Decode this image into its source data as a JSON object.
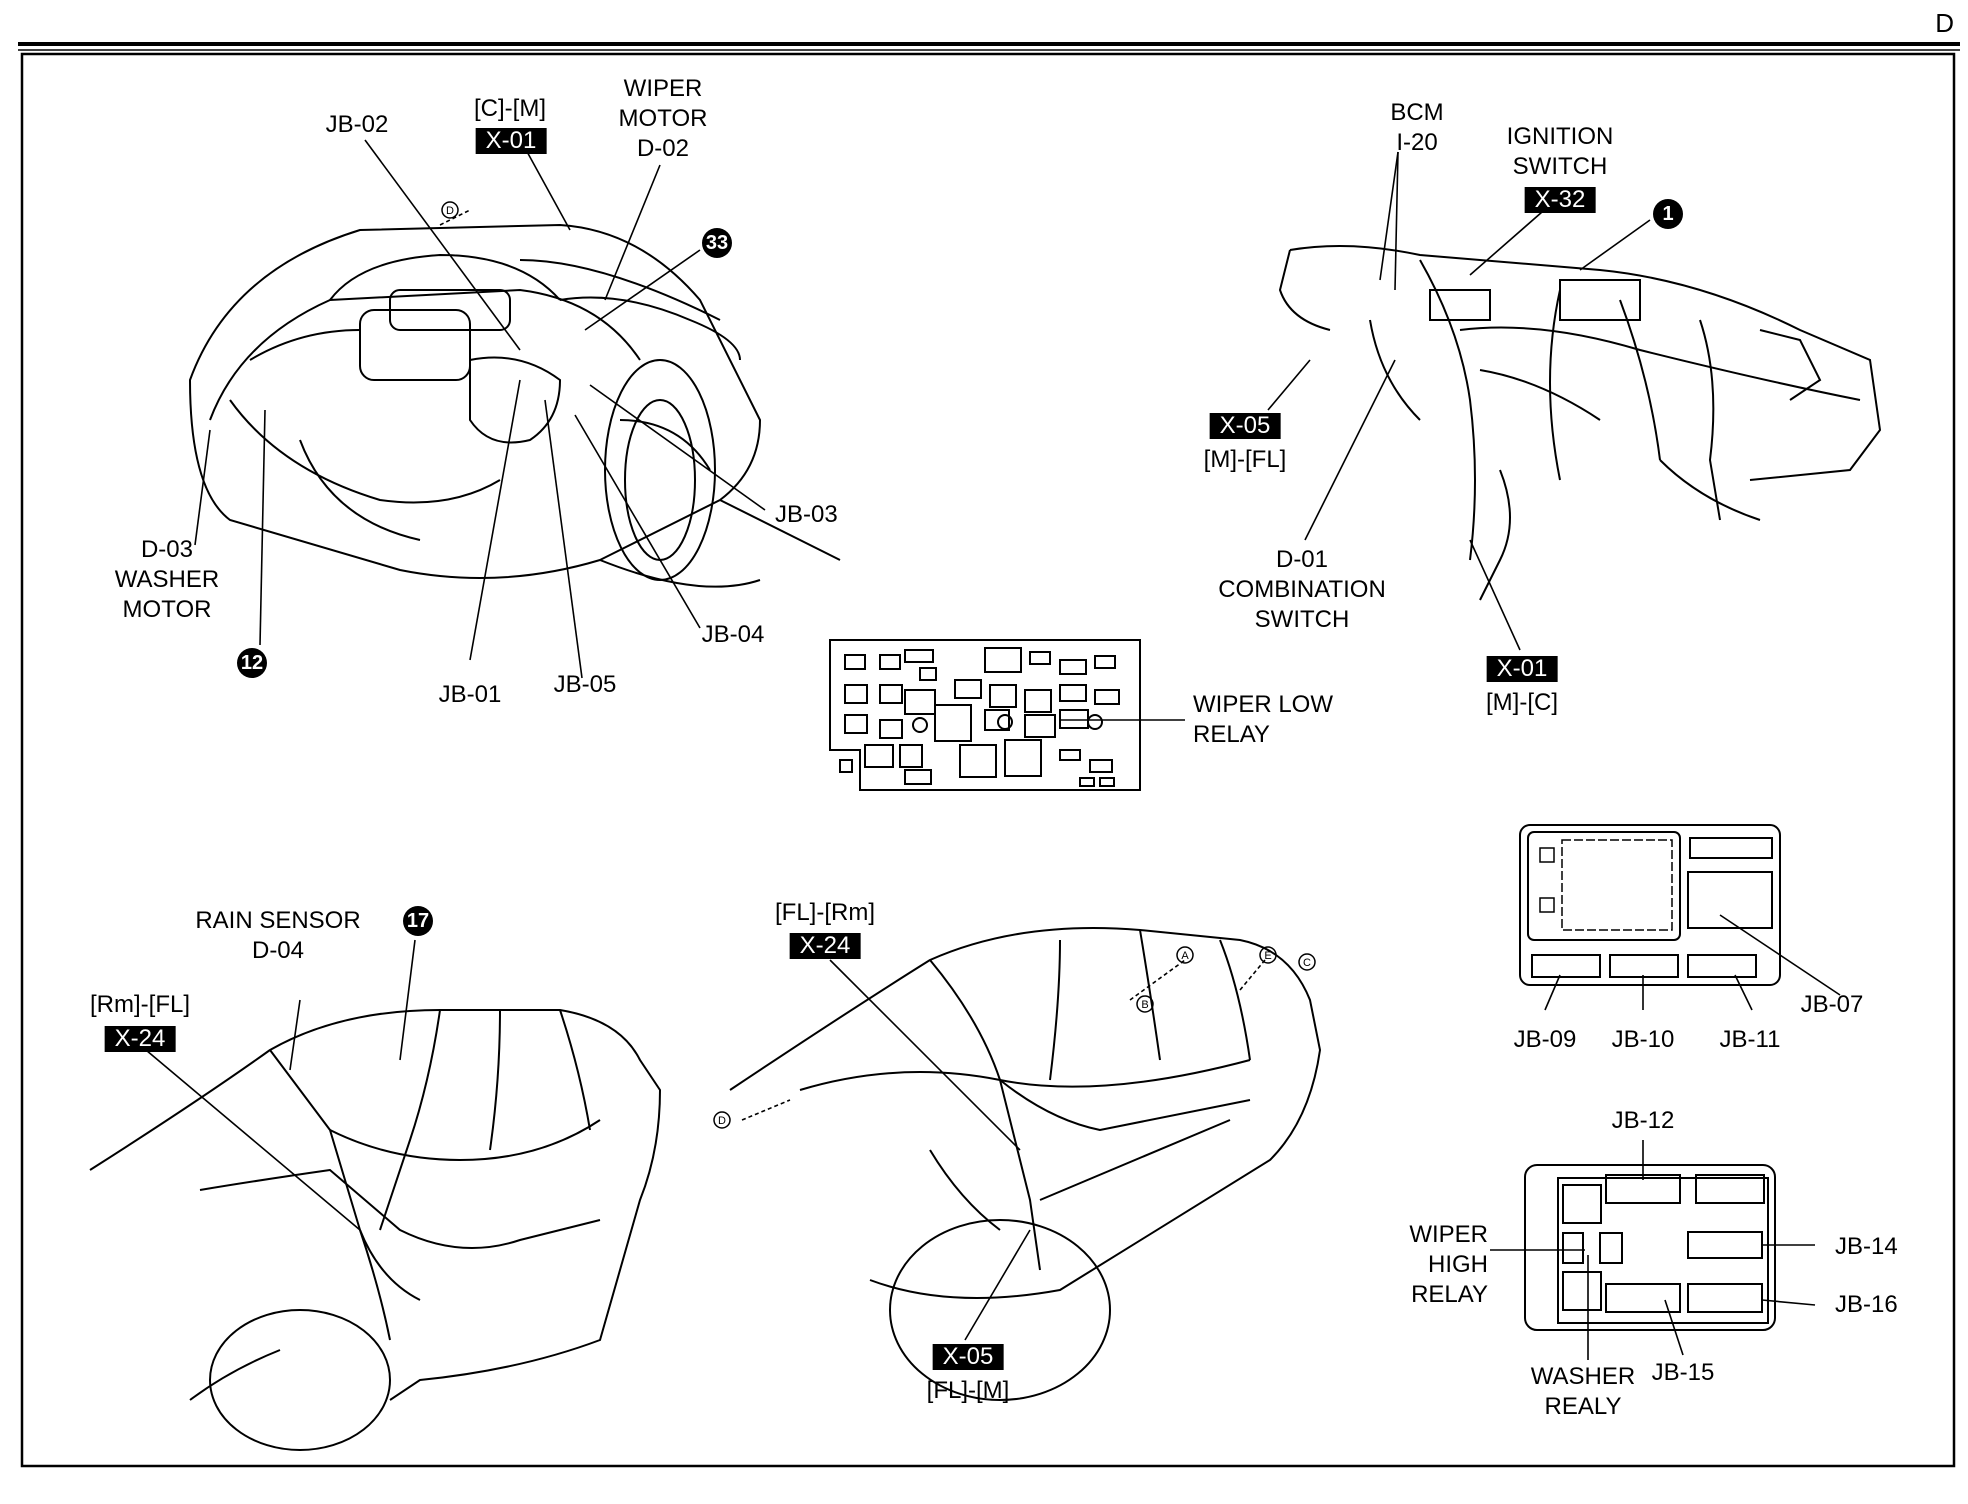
{
  "page": {
    "letter": "D"
  },
  "labels": {
    "jb02": "JB-02",
    "c_m": "[C]-[M]",
    "x01_top": "X-01",
    "wiper_motor": [
      "WIPER",
      "MOTOR",
      "D-02"
    ],
    "jb03": "JB-03",
    "jb04": "JB-04",
    "jb05": "JB-05",
    "jb01": "JB-01",
    "washer_motor": [
      "D-03",
      "WASHER",
      "MOTOR"
    ],
    "bcm": [
      "BCM",
      "I-20"
    ],
    "ignition_switch": [
      "IGNITION",
      "SWITCH"
    ],
    "x32": "X-32",
    "x05_top": "X-05",
    "m_fl": "[M]-[FL]",
    "combination_switch": [
      "D-01",
      "COMBINATION",
      "SWITCH"
    ],
    "x01_right": "X-01",
    "m_c": "[M]-[C]",
    "wiper_low_relay": [
      "WIPER LOW",
      "RELAY"
    ],
    "rain_sensor": [
      "RAIN SENSOR",
      "D-04"
    ],
    "rm_fl": "[Rm]-[FL]",
    "x24_left": "X-24",
    "fl_rm": "[FL]-[Rm]",
    "x24_mid": "X-24",
    "x05_bottom": "X-05",
    "fl_m": "[FL]-[M]",
    "jb07": "JB-07",
    "jb09": "JB-09",
    "jb10": "JB-10",
    "jb11": "JB-11",
    "jb12": "JB-12",
    "jb14": "JB-14",
    "jb16": "JB-16",
    "jb15": "JB-15",
    "wiper_high_relay": [
      "WIPER",
      "HIGH",
      "RELAY"
    ],
    "washer_realy": [
      "WASHER",
      "REALY"
    ]
  },
  "markers": {
    "m33": "33",
    "m12": "12",
    "m1": "1",
    "m17": "17",
    "mD_top": "D",
    "mD_bottom": "D",
    "mA": "A",
    "mB": "B",
    "mE": "E",
    "mC": "C"
  }
}
